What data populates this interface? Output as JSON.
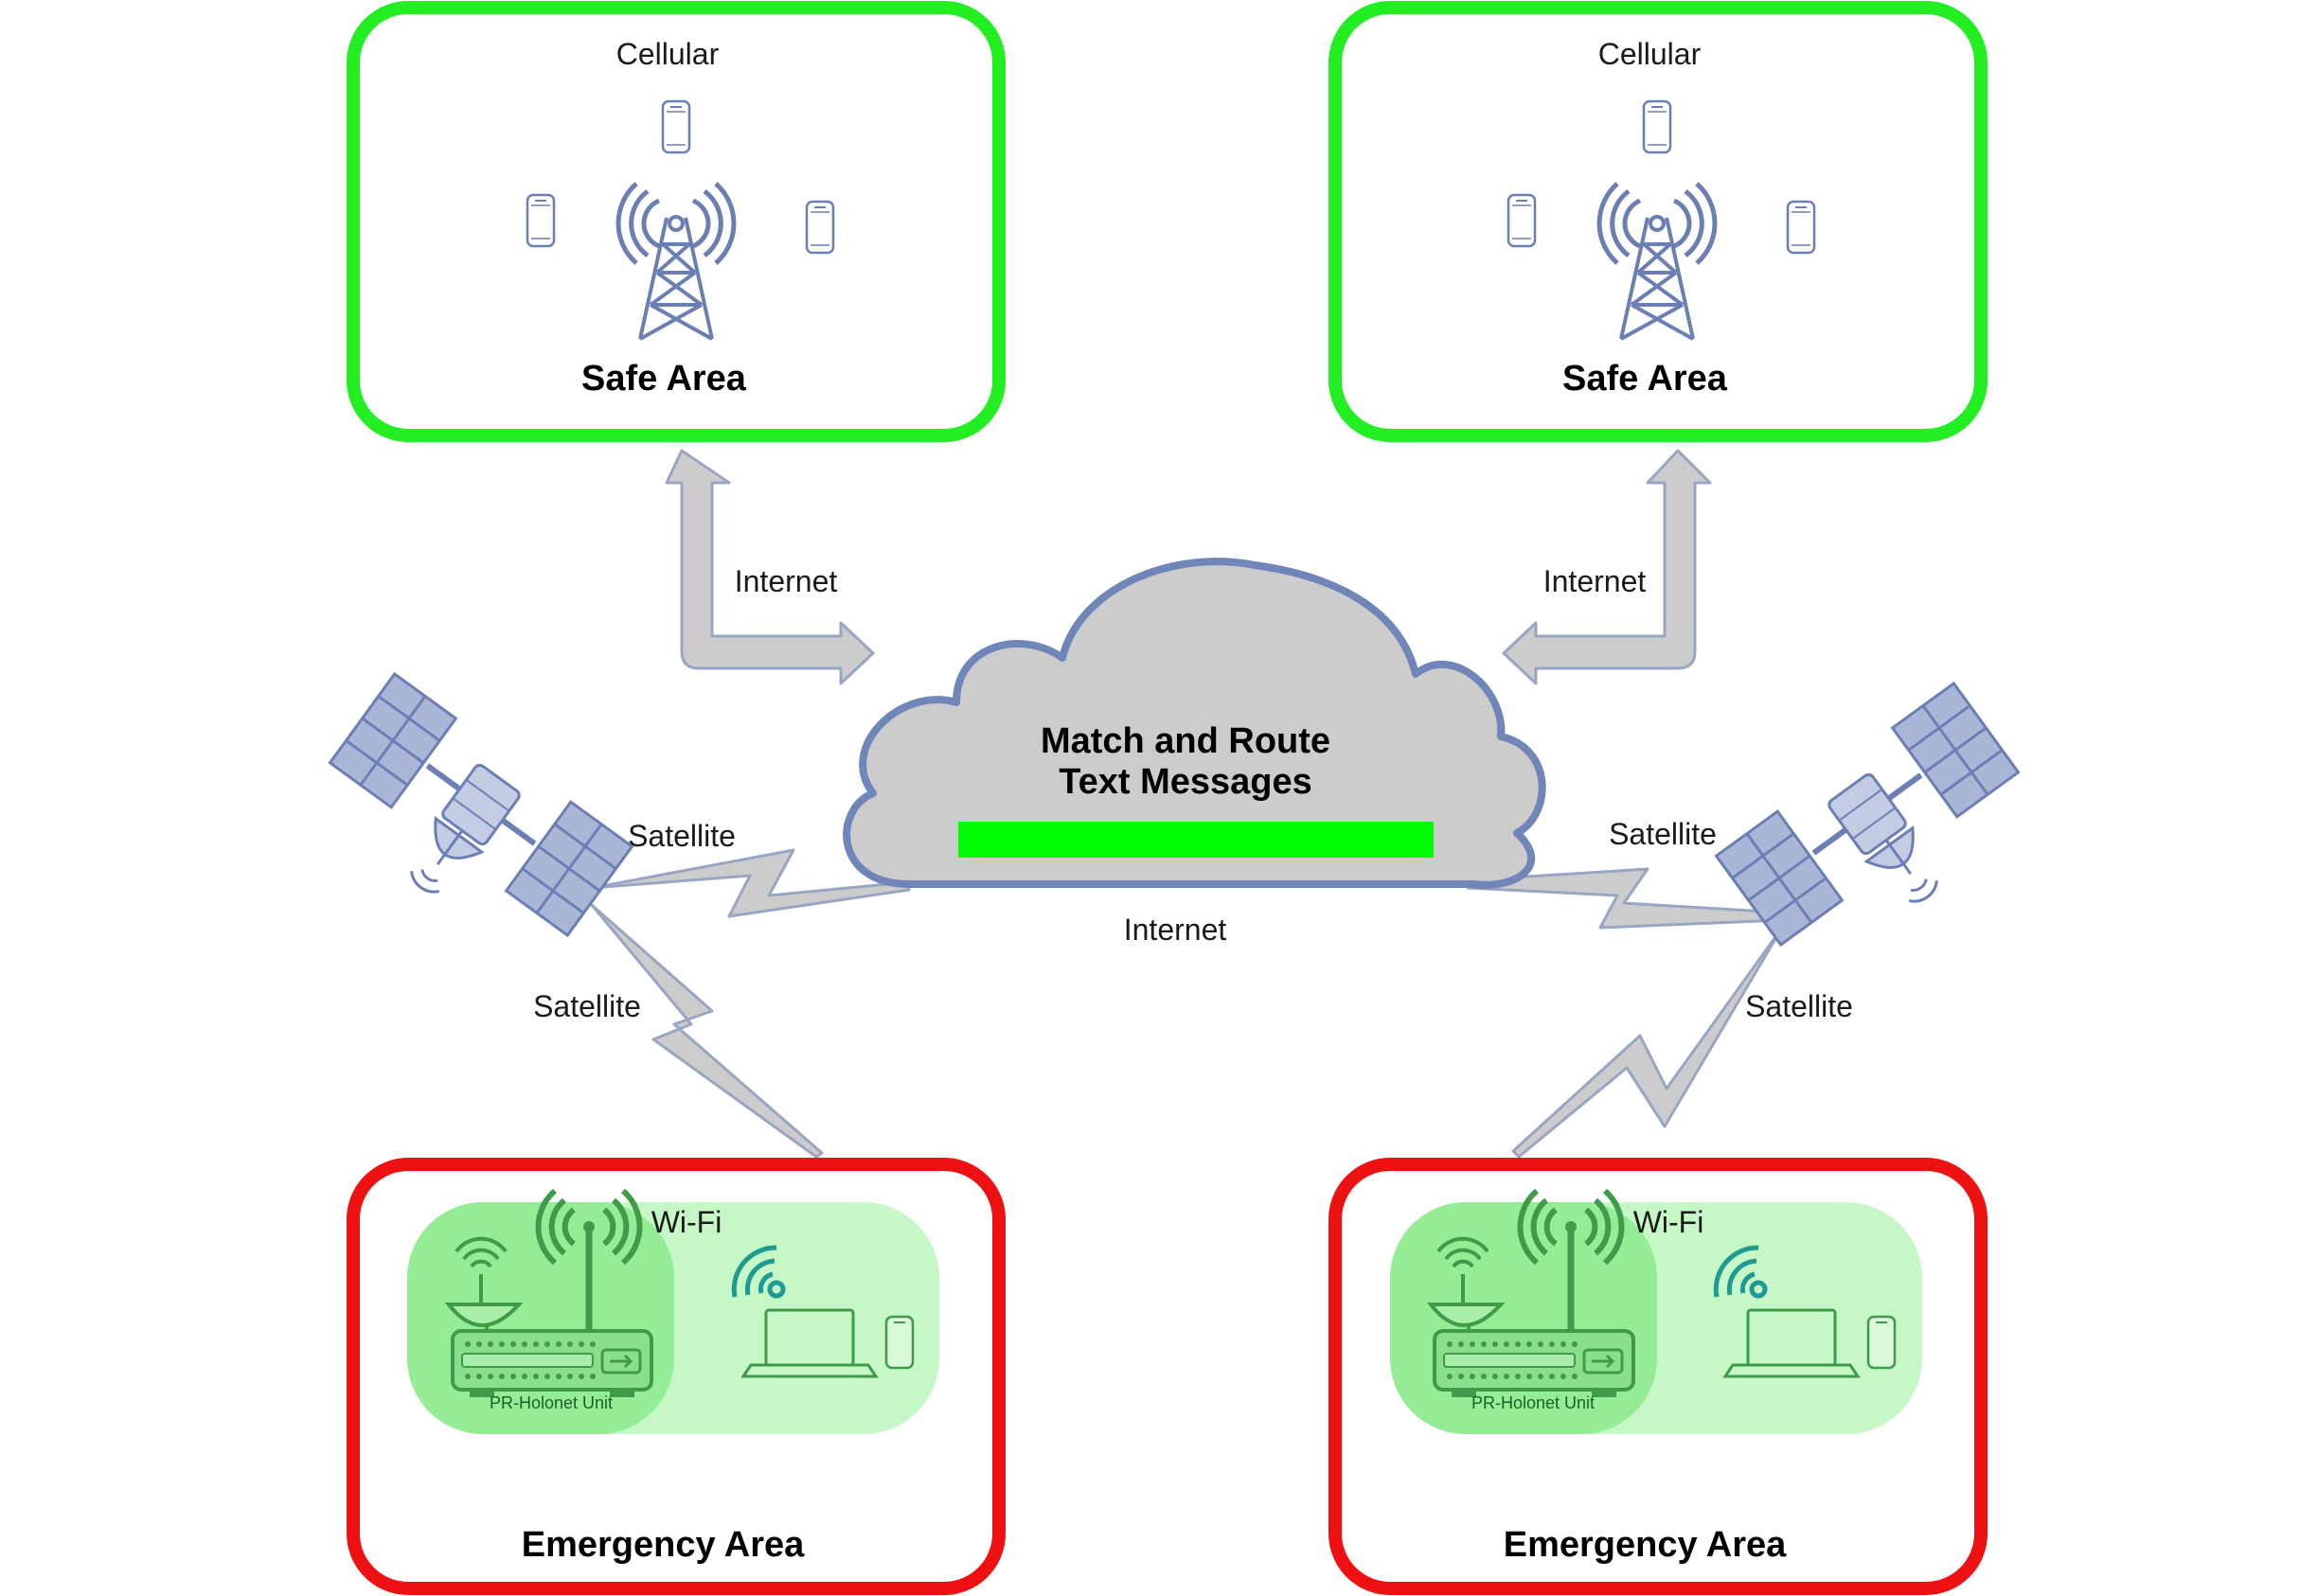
{
  "colors": {
    "safe_border": "#22ee22",
    "emergency_border": "#ee1111",
    "arrow_fill": "#cccccc",
    "arrow_stroke": "#98a6c4",
    "icon_blue": "#6b7fb5",
    "cloud_fill": "#cccccc",
    "cloud_stroke": "#7085b8",
    "progress_fill": "#00ff00",
    "wifi_light": "#c6f7c6",
    "wifi_dark": "#94ec94",
    "router_green": "#3f9a4a",
    "wifi_teal": "#1e9a92"
  },
  "safe_areas": [
    {
      "top_label": "Cellular",
      "title": "Safe Area"
    },
    {
      "top_label": "Cellular",
      "title": "Safe Area"
    }
  ],
  "cloud": {
    "line1": "Match and Route",
    "line2": "Text Messages",
    "progress": 1.0,
    "below_label": "Internet"
  },
  "internet_links": [
    {
      "label": "Internet"
    },
    {
      "label": "Internet"
    }
  ],
  "satellites": [
    {
      "cloud_link_label": "Satellite",
      "ground_link_label": "Satellite"
    },
    {
      "cloud_link_label": "Satellite",
      "ground_link_label": "Satellite"
    }
  ],
  "emergency_areas": [
    {
      "wifi_label": "Wi-Fi",
      "unit_label": "PR-Holonet Unit",
      "title": "Emergency Area"
    },
    {
      "wifi_label": "Wi-Fi",
      "unit_label": "PR-Holonet Unit",
      "title": "Emergency Area"
    }
  ],
  "icons": [
    "cell-tower-icon",
    "smartphone-icon",
    "satellite-icon",
    "router-icon",
    "laptop-icon",
    "wifi-icon",
    "satellite-dish-icon"
  ]
}
